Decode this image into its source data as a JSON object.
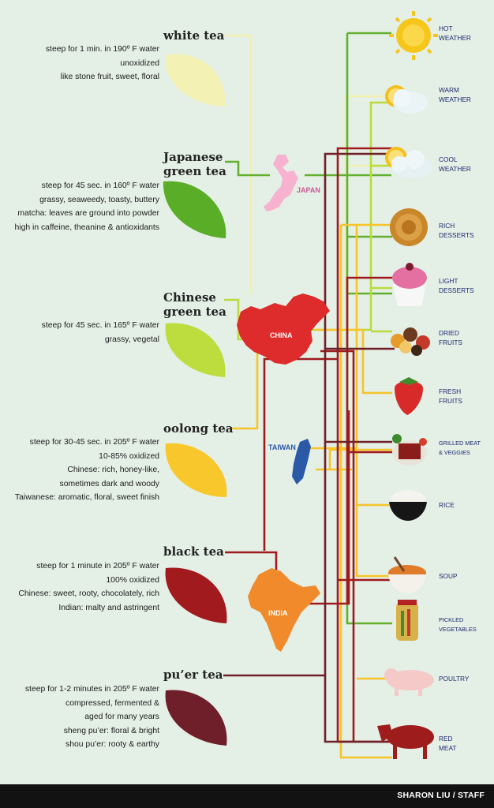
{
  "teas": [
    {
      "name": "white tea",
      "notes": [
        "steep for 1 min. in 190º F water",
        "unoxidized",
        "like stone fruit, sweet, floral"
      ]
    },
    {
      "name": "Japanese green tea",
      "notes": [
        "steep for 45 sec. in 160º F water",
        "grassy, seaweedy, toasty, buttery",
        "matcha: leaves are ground into powder",
        "high in caffeine, theanine & antioxidants"
      ]
    },
    {
      "name": "Chinese green tea",
      "notes": [
        "steep for 45 sec. in 165º F water",
        "grassy, vegetal"
      ]
    },
    {
      "name": "oolong tea",
      "notes": [
        "steep for 30-45 sec. in 205º F water",
        "10-85% oxidized",
        "Chinese: rich, honey-like,",
        "sometimes dark and woody",
        "Taiwanese: aromatic, floral, sweet finish"
      ]
    },
    {
      "name": "black tea",
      "notes": [
        "steep for 1 minute in 205º F water",
        "100% oxidized",
        "Chinese: sweet, rooty, chocolately, rich",
        "Indian: malty and astringent"
      ]
    },
    {
      "name": "pu’er tea",
      "notes": [
        "steep for 1-2 minutes in 205º F water",
        "compressed, fermented &",
        "aged for many years",
        "sheng pu’er: floral & bright",
        "shou pu’er: rooty & earthy"
      ]
    }
  ],
  "countries": [
    {
      "name": "JAPAN"
    },
    {
      "name": "CHINA"
    },
    {
      "name": "TAIWAN"
    },
    {
      "name": "INDIA"
    }
  ],
  "pairings": [
    {
      "label": "HOT\nWEATHER",
      "icon": "sun-icon"
    },
    {
      "label": "WARM\nWEATHER",
      "icon": "sun-cloud-icon"
    },
    {
      "label": "COOL\nWEATHER",
      "icon": "cloud-sun-icon"
    },
    {
      "label": "RICH\nDESSERTS",
      "icon": "mooncake-icon"
    },
    {
      "label": "LIGHT\nDESSERTS",
      "icon": "cupcake-icon"
    },
    {
      "label": "DRIED\nFRUITS",
      "icon": "dried-fruit-icon"
    },
    {
      "label": "FRESH\nFRUITS",
      "icon": "strawberry-icon"
    },
    {
      "label": "GRILLED MEAT\n& VEGGIES",
      "icon": "grilled-meat-icon"
    },
    {
      "label": "RICE",
      "icon": "rice-bowl-icon"
    },
    {
      "label": "SOUP",
      "icon": "soup-bowl-icon"
    },
    {
      "label": "PICKLED\nVEGETABLES",
      "icon": "pickle-jar-icon"
    },
    {
      "label": "POULTRY",
      "icon": "pig-icon"
    },
    {
      "label": "RED\nMEAT",
      "icon": "cow-icon"
    }
  ],
  "colors": {
    "white_tea": "#f1f0b0",
    "japanese_green": "#62b02e",
    "chinese_green": "#b9dc3c",
    "oolong": "#f7c42a",
    "black": "#9f1a1d",
    "puer": "#702028",
    "label": "#1e2a6e"
  },
  "credit": "SHARON LIU / STAFF"
}
